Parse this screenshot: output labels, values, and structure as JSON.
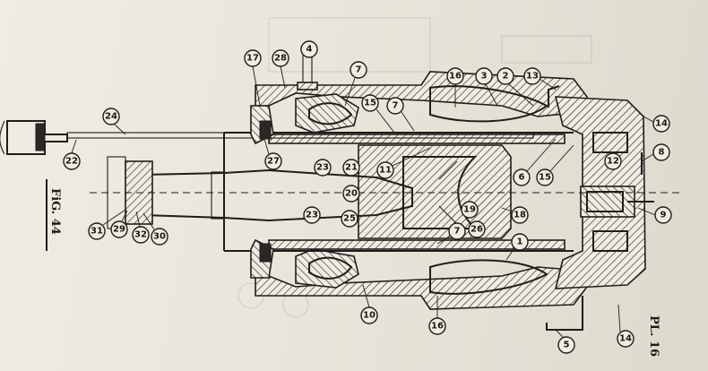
{
  "plate_label": "PL. 16",
  "figure_label": "FiG. 44",
  "callouts": [
    "17",
    "28",
    "4",
    "7",
    "16",
    "3",
    "2",
    "13",
    "15",
    "7",
    "14",
    "8",
    "12",
    "15",
    "6",
    "11",
    "21",
    "23",
    "27",
    "24",
    "22",
    "20",
    "9",
    "18",
    "19",
    "26",
    "7",
    "1",
    "23",
    "25",
    "30",
    "32",
    "29",
    "31",
    "10",
    "16",
    "5",
    "14"
  ]
}
